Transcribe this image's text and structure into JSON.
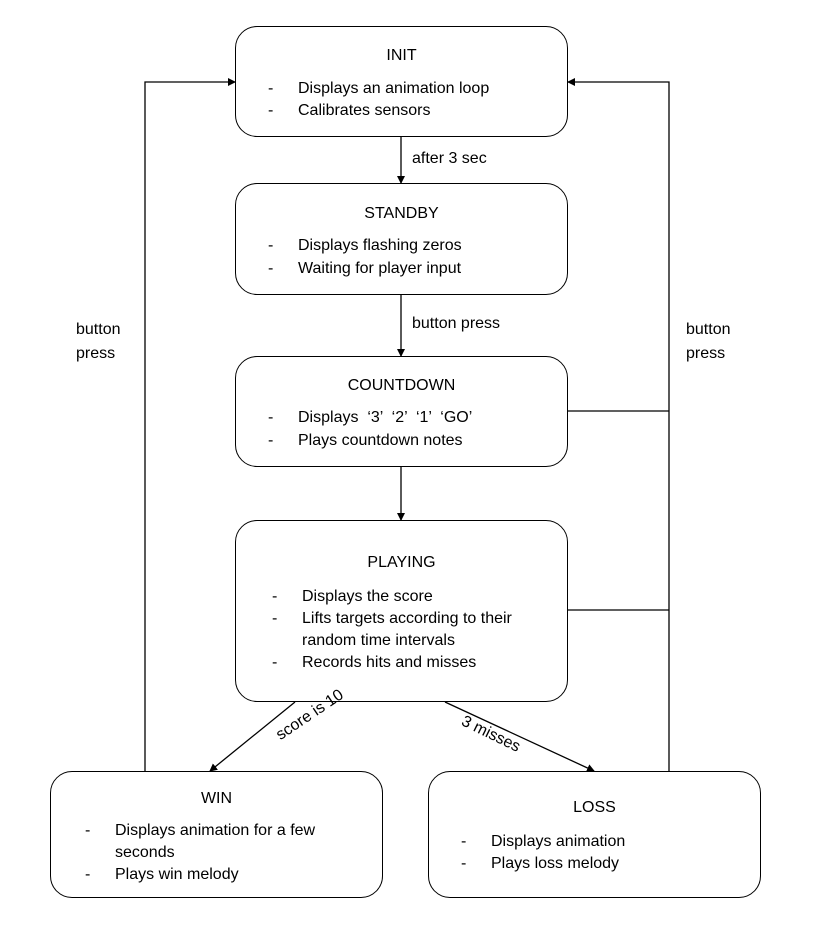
{
  "states": {
    "init": {
      "title": "INIT",
      "items": [
        "Displays an animation loop",
        "Calibrates sensors"
      ]
    },
    "standby": {
      "title": "STANDBY",
      "items": [
        "Displays flashing zeros",
        "Waiting for player input"
      ]
    },
    "countdown": {
      "title": "COUNTDOWN",
      "items": [
        "Displays  ‘3’  ‘2’  ‘1’  ‘GO’",
        "Plays countdown notes"
      ]
    },
    "playing": {
      "title": "PLAYING",
      "items": [
        "Displays the score",
        "Lifts targets according to their random time intervals",
        "Records hits and misses"
      ]
    },
    "win": {
      "title": "WIN",
      "items": [
        "Displays animation for a few seconds",
        "Plays win melody"
      ]
    },
    "loss": {
      "title": "LOSS",
      "items": [
        "Displays animation",
        "Plays loss melody"
      ]
    }
  },
  "bullet": "-",
  "transitions": {
    "init_to_standby": "after 3 sec",
    "standby_to_countdown": "button press",
    "playing_to_win": "score is 10",
    "playing_to_loss": "3 misses",
    "left_loop": [
      "button",
      "press"
    ],
    "right_loop": [
      "button",
      "press"
    ]
  }
}
